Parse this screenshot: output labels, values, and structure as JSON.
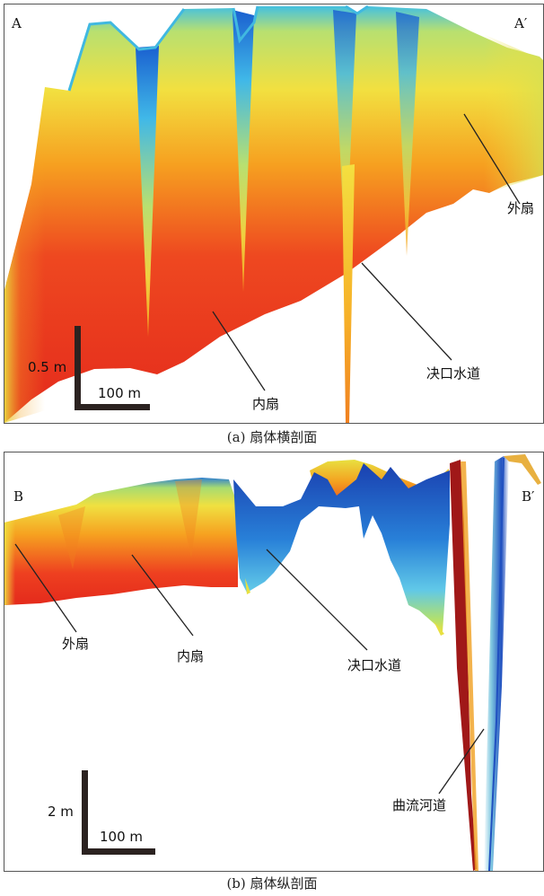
{
  "panel_a": {
    "corner_left": "A",
    "corner_right": "A′",
    "labels": {
      "outer_fan": "外扇",
      "inner_fan": "内扇",
      "crevasse": "决口水道"
    },
    "scale_vertical": "0.5 m",
    "scale_horizontal": "100 m",
    "caption": "(a) 扇体横剖面"
  },
  "panel_b": {
    "corner_left": "B",
    "corner_right": "B′",
    "labels": {
      "outer_fan": "外扇",
      "inner_fan": "内扇",
      "crevasse": "决口水道",
      "meander": "曲流河道"
    },
    "scale_vertical": "2 m",
    "scale_horizontal": "100 m",
    "caption": "(b) 扇体纵剖面"
  },
  "colors": {
    "red": "#e8241c",
    "orange": "#f5a020",
    "yellow": "#e8e040",
    "cyan": "#4cc8e8",
    "blue": "#1a50c0",
    "dark_red": "#a01818"
  }
}
